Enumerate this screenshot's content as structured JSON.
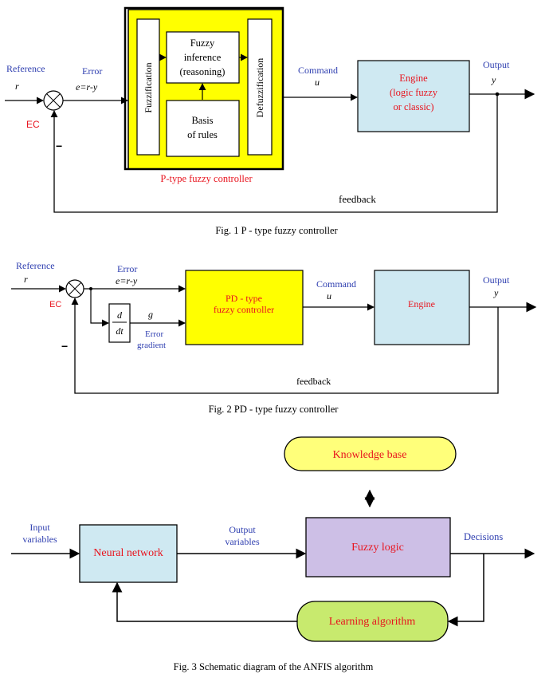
{
  "colors": {
    "blue_text": "#2f3fb0",
    "red_text": "#e8141e",
    "yellow": "#ffff00",
    "light_blue": "#cfe9f2",
    "light_yellow": "#ffff7a",
    "lavender": "#cdbfe6",
    "lime": "#c8ea6e",
    "line": "#000000"
  },
  "fig1": {
    "reference": "Reference",
    "r": "r",
    "ec": "EC",
    "error": "Error",
    "error_eq": "e=r-y",
    "fuzzification": "Fuzzification",
    "inference_lines": [
      "Fuzzy",
      "inference",
      "(reasoning)"
    ],
    "rules_lines": [
      "Basis",
      "of rules"
    ],
    "defuzzification": "Defuzzification",
    "controller_label": "P-type fuzzy controller",
    "command": "Command",
    "u": "u",
    "engine_lines": [
      "Engine",
      "(logic fuzzy",
      "or classic)"
    ],
    "output": "Output",
    "y": "y",
    "minus": "−",
    "feedback": "feedback",
    "caption": "Fig. 1 P - type fuzzy controller"
  },
  "fig2": {
    "reference": "Reference",
    "r": "r",
    "ec": "EC",
    "error": "Error",
    "error_eq": "e=r-y",
    "d_num": "d",
    "d_den": "dt",
    "g": "g",
    "error_gradient_lines": [
      "Error",
      "gradient"
    ],
    "controller_lines": [
      "PD - type",
      "fuzzy controller"
    ],
    "command": "Command",
    "u": "u",
    "engine": "Engine",
    "output": "Output",
    "y": "y",
    "minus": "−",
    "feedback": "feedback",
    "caption": "Fig. 2 PD - type fuzzy controller"
  },
  "fig3": {
    "input_lines": [
      "Input",
      "variables"
    ],
    "neural_network": "Neural network",
    "output_var_lines": [
      "Output",
      "variables"
    ],
    "knowledge_base": "Knowledge base",
    "fuzzy_logic": "Fuzzy logic",
    "decisions": "Decisions",
    "learning_algorithm": "Learning algorithm",
    "caption": "Fig. 3 Schematic diagram of the ANFIS algorithm"
  }
}
